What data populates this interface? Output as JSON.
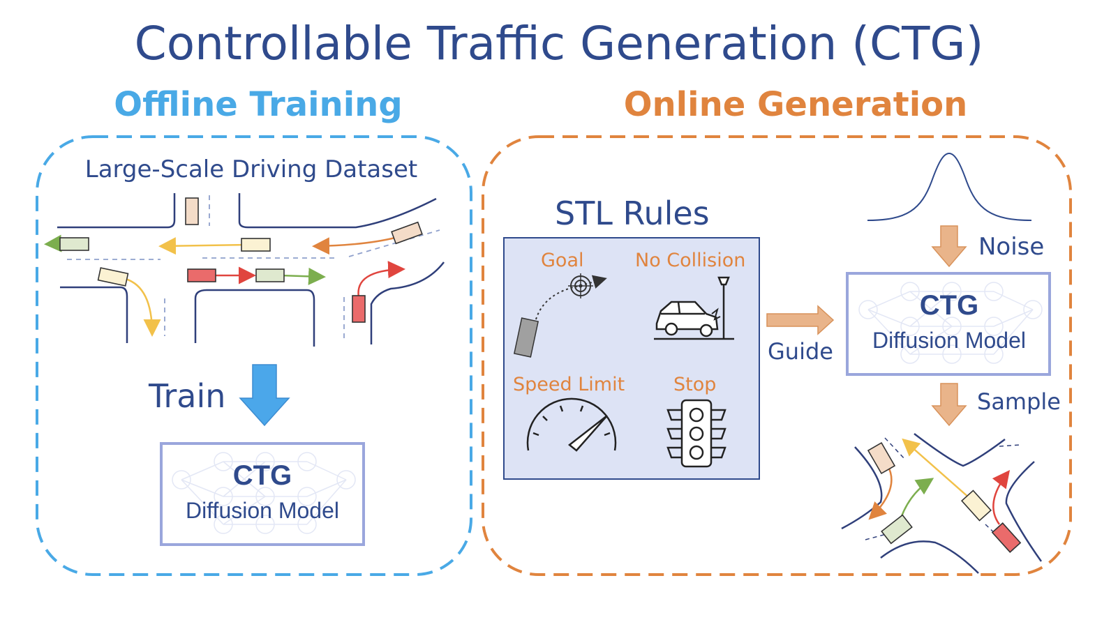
{
  "title": "Controllable Traffic Generation (CTG)",
  "offline": {
    "heading": "Offline Training",
    "dataset_label": "Large-Scale Driving Dataset",
    "train_label": "Train",
    "model": {
      "title": "CTG",
      "subtitle": "Diffusion Model"
    }
  },
  "online": {
    "heading": "Online Generation",
    "stl": {
      "heading": "STL Rules",
      "rules": [
        "Goal",
        "No Collision",
        "Speed Limit",
        "Stop"
      ]
    },
    "guide_label": "Guide",
    "noise_label": "Noise",
    "sample_label": "Sample",
    "model": {
      "title": "CTG",
      "subtitle": "Diffusion Model"
    }
  },
  "colors": {
    "title": "#2f4a8c",
    "offline_accent": "#49a9e6",
    "online_accent": "#e0843e",
    "panel_fill": "#dde3f5",
    "model_border": "#9aa6dc",
    "road": "#2f3f7a",
    "arrow_fill": "#e9b48a"
  },
  "icons": [
    "goal-target-icon",
    "car-crash-icon",
    "speedometer-icon",
    "traffic-light-icon",
    "blue-down-arrow-icon",
    "orange-arrow-icon"
  ]
}
